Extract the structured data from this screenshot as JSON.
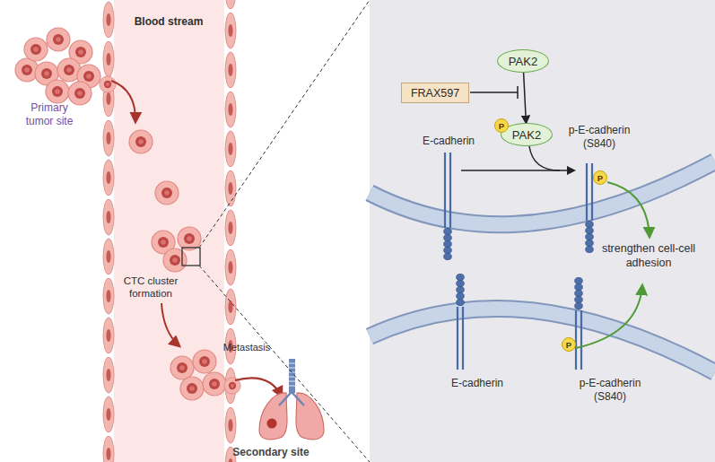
{
  "diagram": {
    "nodes": [
      {
        "text": [
          "PAK2"
        ]
      },
      {
        "text": [
          "FRAX597"
        ]
      },
      {
        "text": [
          "PAK2"
        ]
      },
      {
        "text": [
          "P"
        ],
        "in": 2
      },
      {
        "text": [
          "P"
        ]
      },
      {
        "text": [
          "P"
        ]
      }
    ],
    "edges": [
      {
        "from": 0,
        "to": 2,
        "arrow": "to"
      }
    ],
    "labels": [
      "Blood stream",
      "Primary tumor site",
      "CTC cluster formation",
      "Metastasis",
      "Secondary site",
      "E-cadherin",
      "p-E-cadherin (S840)",
      "strengthen cell-cell adhesion",
      "E-cadherin",
      "p-E-cadherin (S840)"
    ]
  }
}
